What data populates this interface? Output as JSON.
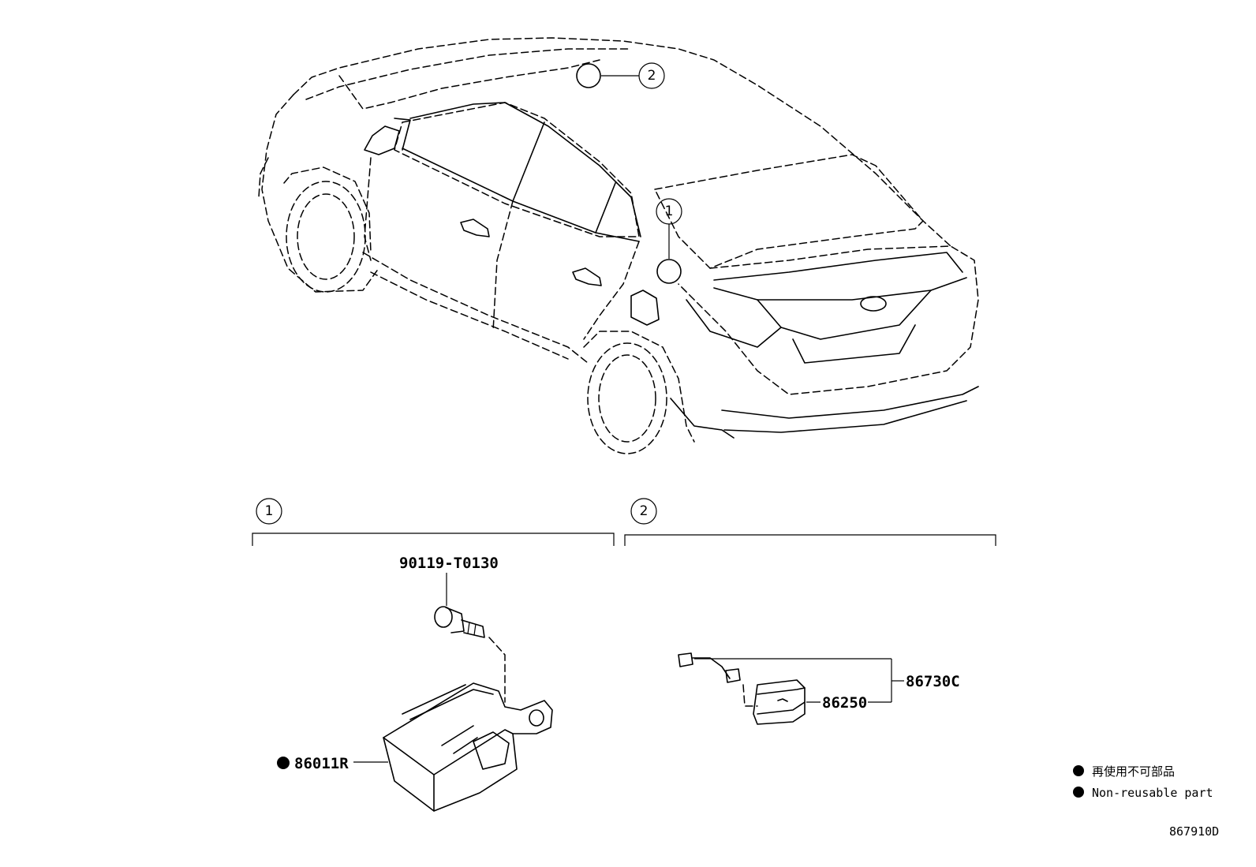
{
  "callouts": {
    "one": "1",
    "two": "2"
  },
  "parts": {
    "bolt": "90119-T0130",
    "receiver": "86011R",
    "antenna_assy": "86730C",
    "antenna": "86250"
  },
  "legend": {
    "jp": "再使用不可部品",
    "en": "Non-reusable part"
  },
  "diagram_code": "867910D"
}
